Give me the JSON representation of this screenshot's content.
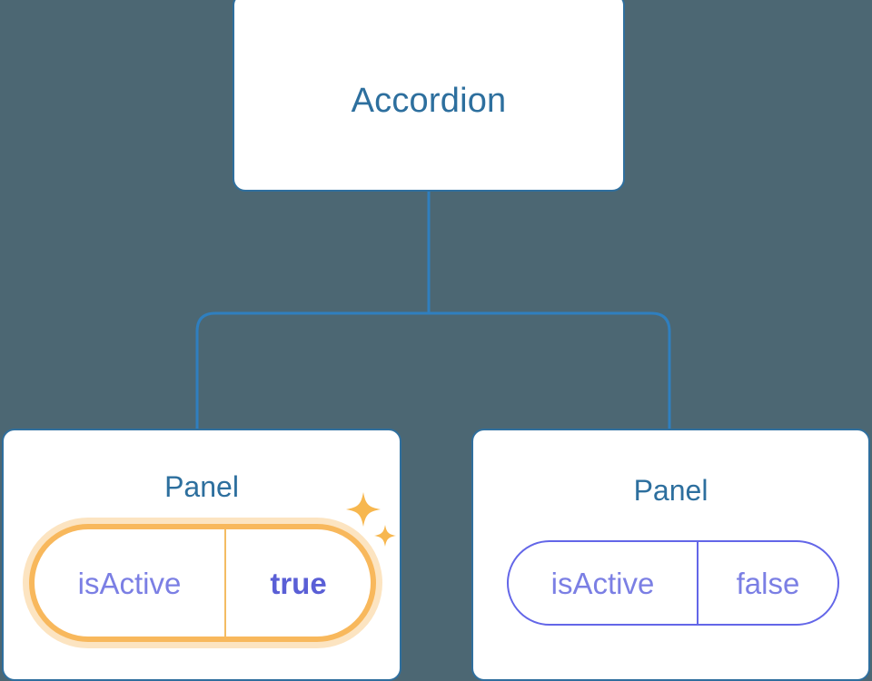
{
  "theme": {
    "background_color": "#4c6773",
    "node_border_color": "#2f6f9e",
    "node_title_color": "#2d6f9e",
    "connector_color": "#2f7fbf",
    "prop_text_color": "#7b7fe4",
    "prop_border_color": "#6366e8",
    "highlight_color": "#f8b85c",
    "highlight_glow_color": "#fbd9a4",
    "highlight_value_color": "#5a5fd6"
  },
  "tree": {
    "root": {
      "label": "Accordion"
    },
    "children": [
      {
        "label": "Panel",
        "highlighted": true,
        "prop": {
          "key": "isActive",
          "value": "true"
        },
        "decoration": "sparkles-icon"
      },
      {
        "label": "Panel",
        "highlighted": false,
        "prop": {
          "key": "isActive",
          "value": "false"
        }
      }
    ]
  }
}
